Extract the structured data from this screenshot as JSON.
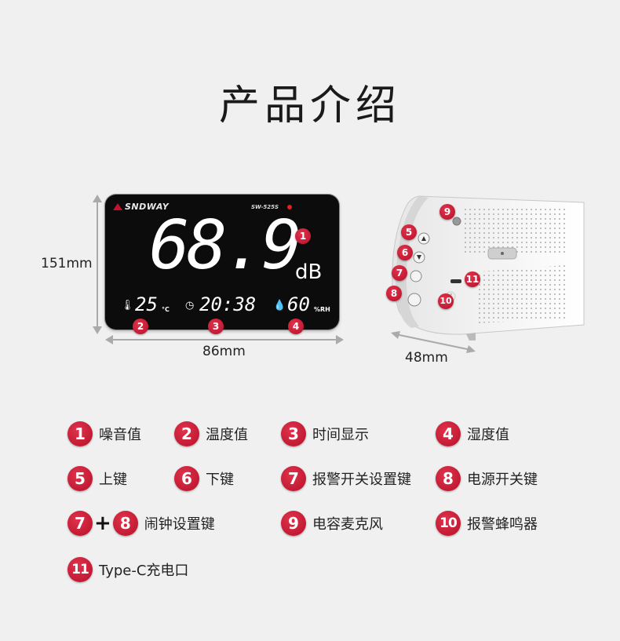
{
  "title": "产品介绍",
  "device": {
    "brand": "SNDWAY",
    "model": "SW-525S",
    "noise_value": "68.9",
    "noise_unit": "dB",
    "temperature_value": "25",
    "temperature_unit": "°C",
    "time_value": "20:38",
    "humidity_value": "60",
    "humidity_unit": "%RH"
  },
  "dimensions": {
    "height": "151mm",
    "width": "86mm",
    "depth": "48mm"
  },
  "callouts": {
    "c1": "1",
    "c2": "2",
    "c3": "3",
    "c4": "4",
    "c5": "5",
    "c6": "6",
    "c7": "7",
    "c8": "8",
    "c9": "9",
    "c10": "10",
    "c11": "11"
  },
  "legend": {
    "l1": {
      "num": "1",
      "label": "噪音值"
    },
    "l2": {
      "num": "2",
      "label": "温度值"
    },
    "l3": {
      "num": "3",
      "label": "时间显示"
    },
    "l4": {
      "num": "4",
      "label": "湿度值"
    },
    "l5": {
      "num": "5",
      "label": "上键"
    },
    "l6": {
      "num": "6",
      "label": "下键"
    },
    "l7": {
      "num": "7",
      "label": "报警开关设置键"
    },
    "l8": {
      "num": "8",
      "label": "电源开关键"
    },
    "l78": {
      "num_a": "7",
      "plus": "+",
      "num_b": "8",
      "label": "闹钟设置键"
    },
    "l9": {
      "num": "9",
      "label": "电容麦克风"
    },
    "l10": {
      "num": "10",
      "label": "报警蜂鸣器"
    },
    "l11": {
      "num": "11",
      "label": "Type-C充电口"
    }
  },
  "colors": {
    "badge": "#c8102e",
    "display_bg": "#0c0c0c",
    "page_bg": "#f0f0f0"
  }
}
